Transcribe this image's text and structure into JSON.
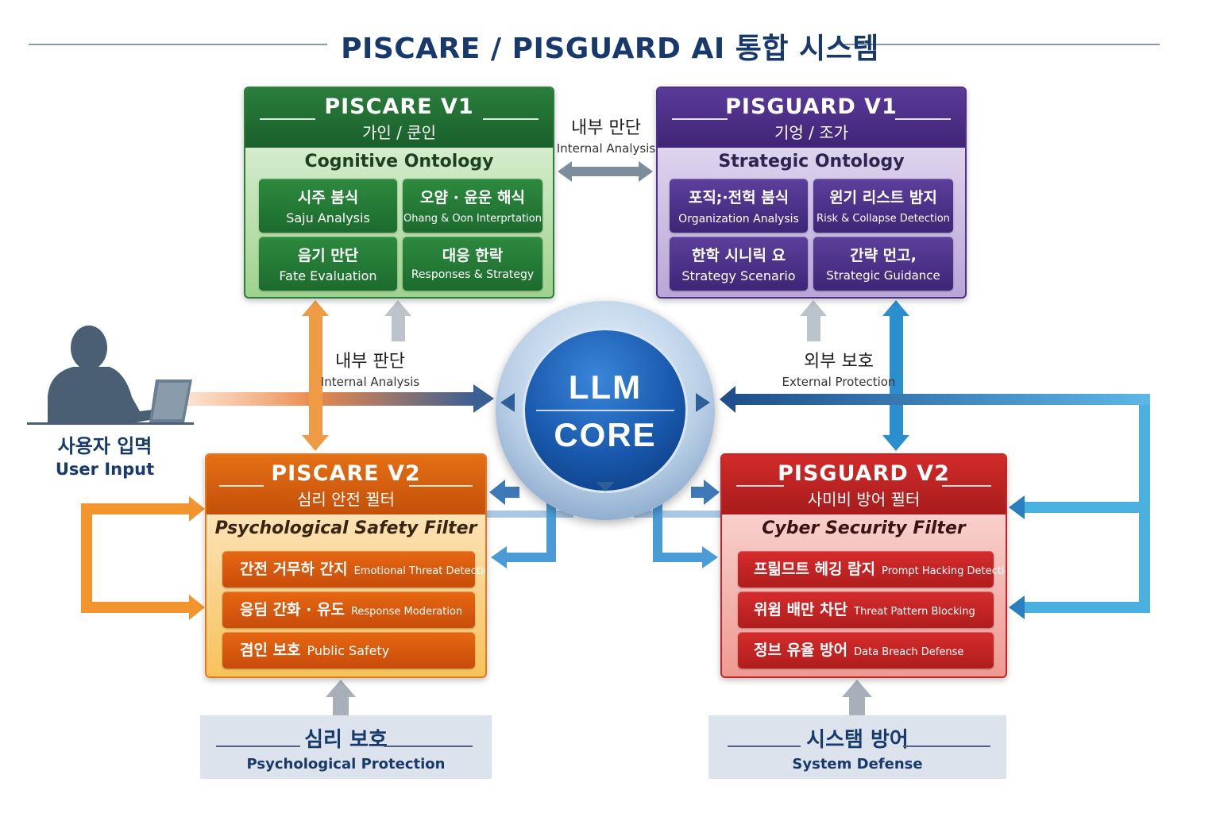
{
  "title": "PISCARE / PISGUARD AI 통합 시스템",
  "colors": {
    "navy": "#17396b",
    "green": "#1e6e35",
    "purple": "#4e2f8a",
    "orange": "#d9600e",
    "red": "#c42424",
    "core_blue": "#1858ad"
  },
  "modules": {
    "piscare_v1": {
      "name": "PISCARE V1",
      "subtitle": "가인 / 쿤인",
      "ontology": "Cognitive Ontology",
      "cells": [
        {
          "ko": "시주 붐식",
          "en": "Saju Analysis"
        },
        {
          "ko": "오얌 · 윤운 해식",
          "en": "Ohang & Oon Interprtation"
        },
        {
          "ko": "음기 만단",
          "en": "Fate Evaluation"
        },
        {
          "ko": "대응 한락",
          "en": "Responses & Strategy"
        }
      ]
    },
    "pisguard_v1": {
      "name": "PISGUARD V1",
      "subtitle": "기엉 / 조가",
      "ontology": "Strategic Ontology",
      "cells": [
        {
          "ko": "포직;·전헉 붐식",
          "en": "Organization Analysis"
        },
        {
          "ko": "윈기 리스트 밤지",
          "en": "Risk & Collapse Detection"
        },
        {
          "ko": "한학 시니릭 요",
          "en": "Strategy Scenario"
        },
        {
          "ko": "간략 먼고,",
          "en": "Strategic Guidance"
        }
      ]
    },
    "piscare_v2": {
      "name": "PISCARE V2",
      "subtitle": "심리 안전 뀔터",
      "ontology": "Psychological Safety Filter",
      "rows": [
        {
          "ko": "간전 거무하 간지",
          "en": "Emotional Threat Detection"
        },
        {
          "ko": "응딤 간화 · 유도",
          "en": "Response Moderation"
        },
        {
          "ko": "겸인 보호",
          "en": "Public Safety"
        }
      ]
    },
    "pisguard_v2": {
      "name": "PISGUARD V2",
      "subtitle": "사미비 방어 뀔터",
      "ontology": "Cyber Security Filter",
      "rows": [
        {
          "ko": "프릶므트 헤깅 람지",
          "en": "Prompt Hacking Detection"
        },
        {
          "ko": "위윔 배만 차단",
          "en": "Threat Pattern Blocking"
        },
        {
          "ko": "정브 유율 방어",
          "en": "Data Breach Defense"
        }
      ]
    }
  },
  "core": {
    "line1": "LLM",
    "line2": "CORE"
  },
  "labels": {
    "top_link": {
      "ko": "내부 만단",
      "en": "Internal Analysis"
    },
    "left_link": {
      "ko": "내부 판단",
      "en": "Internal Analysis"
    },
    "right_link": {
      "ko": "외부 보호",
      "en": "External Protection"
    }
  },
  "user": {
    "ko": "사용자 입멱",
    "en": "User Input",
    "icon": "user-at-laptop-icon"
  },
  "bases": {
    "left": {
      "ko": "심리 보호",
      "en": "Psychological Protection"
    },
    "right": {
      "ko": "시스탬 방어",
      "en": "System Defense"
    }
  }
}
